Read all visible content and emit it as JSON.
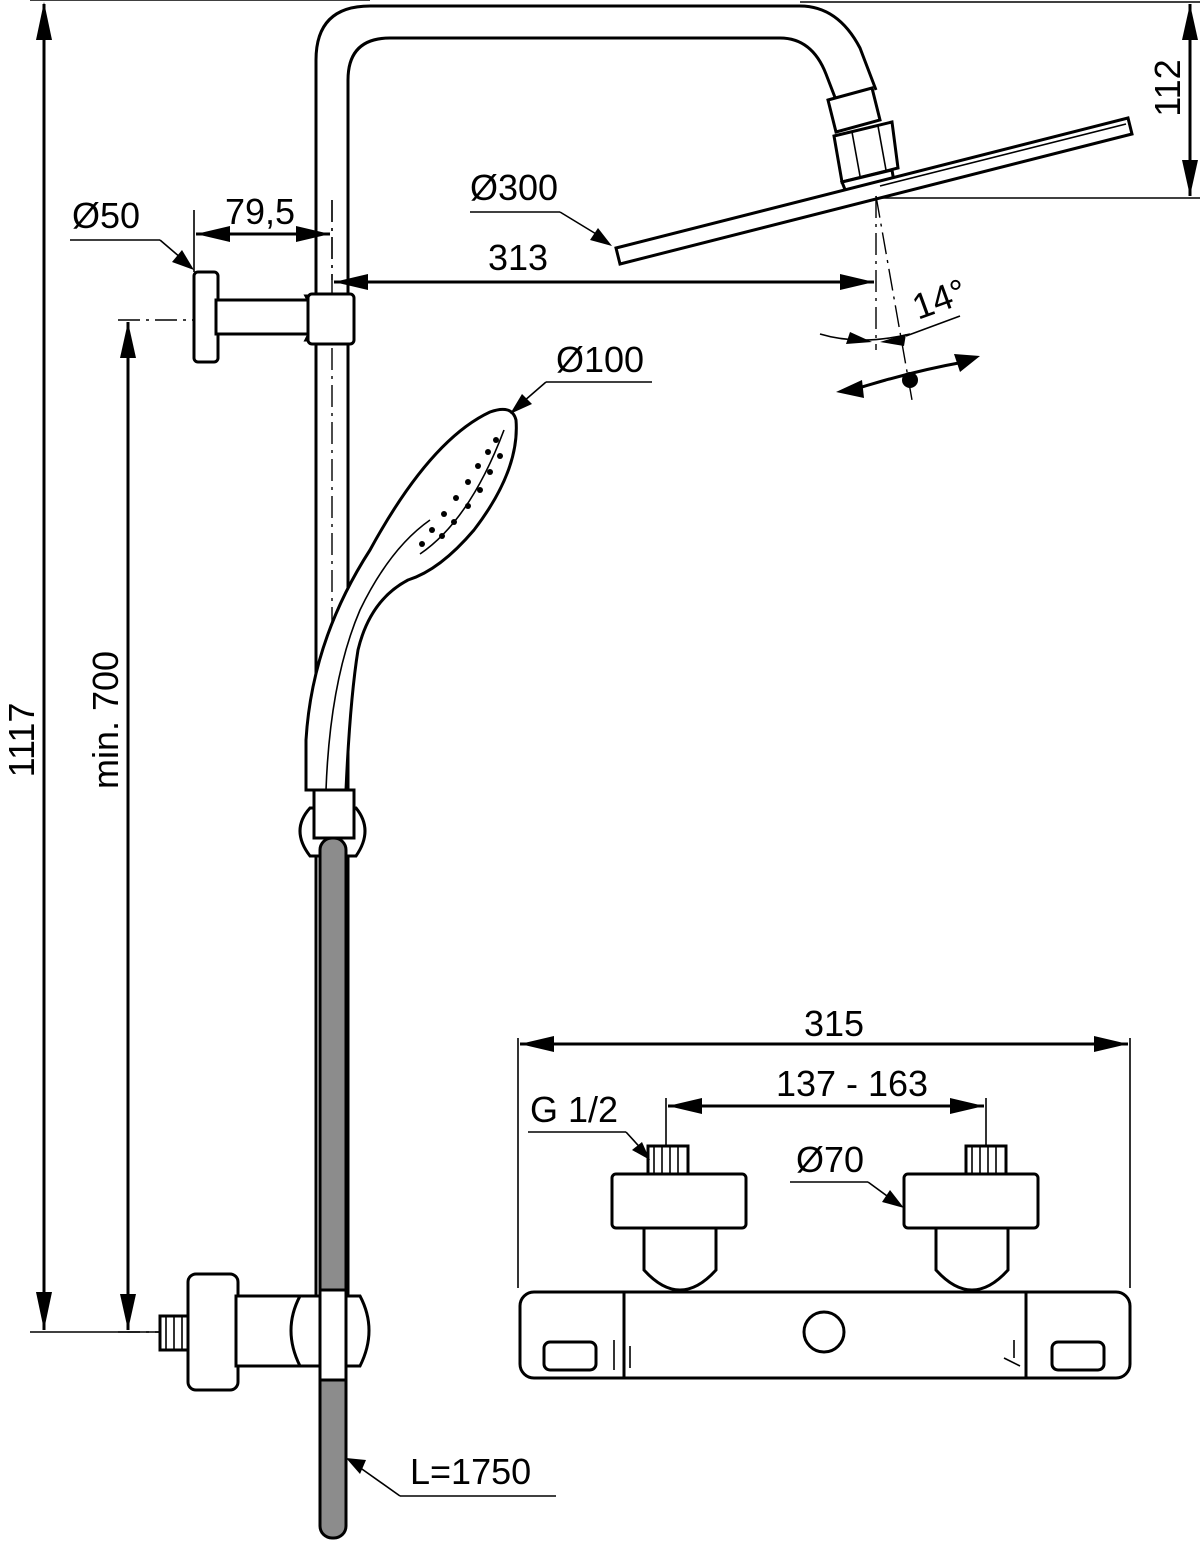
{
  "labels": {
    "total_height": "1117",
    "head_height": "112",
    "min_height": "min. 700",
    "wall_flange_dia": "Ø50",
    "wall_offset": "79,5",
    "overhead_dia": "Ø300",
    "arm_reach": "313",
    "tilt_angle": "14°",
    "hand_shower_dia": "Ø100",
    "hose_length": "L=1750",
    "mixer_width": "315",
    "inlet_centres": "137 - 163",
    "thread_size": "G 1/2",
    "cover_dia": "Ø70"
  },
  "colors": {
    "line": "#000000",
    "background": "#ffffff",
    "hose_fill": "#8c8c8c"
  }
}
